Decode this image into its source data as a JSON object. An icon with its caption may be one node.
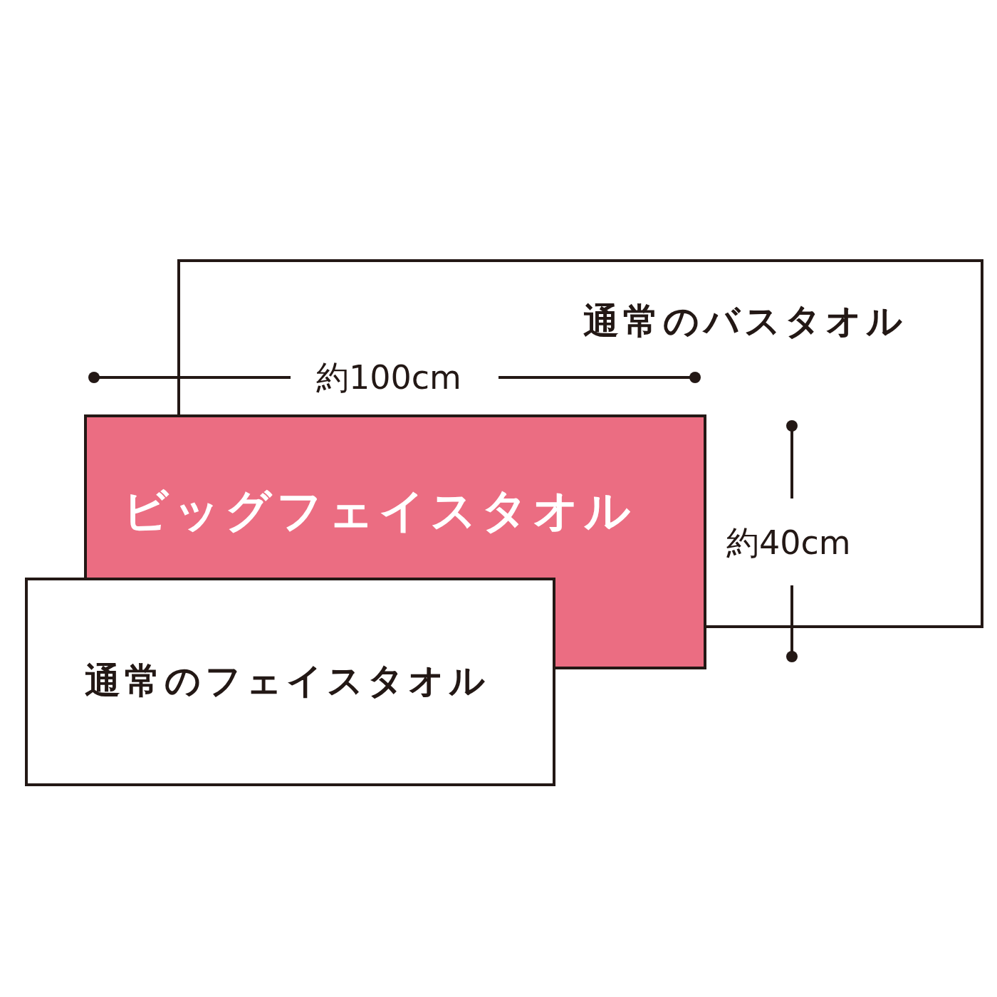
{
  "diagram": {
    "nodes": [
      {
        "text": [
          "通常のバスタオル"
        ]
      },
      {
        "text": [
          "ビッグフェイスタオル"
        ]
      },
      {
        "text": [
          "通常のフェイスタオル"
        ]
      }
    ],
    "labels": [
      "約100cm",
      "約40cm"
    ]
  }
}
